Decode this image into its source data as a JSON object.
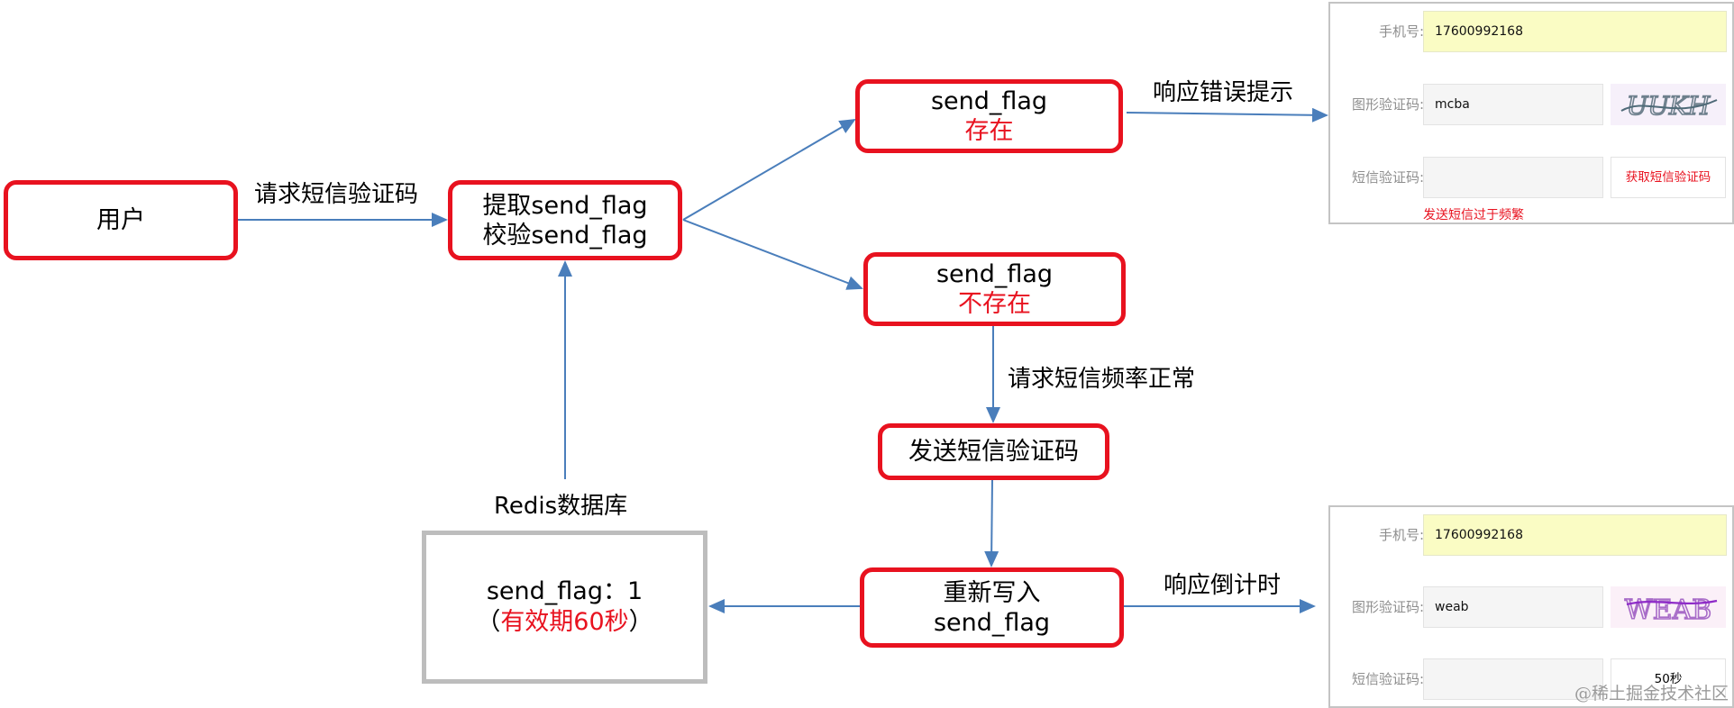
{
  "colors": {
    "node_border": "#e8121f",
    "arrow": "#4a7ebb",
    "redis_border": "#bdbdbd",
    "highlight_text": "#e8121f"
  },
  "nodes": {
    "user": {
      "text": "用户"
    },
    "check": {
      "line1": "提取send_flag",
      "line2": "校验send_flag"
    },
    "exists": {
      "line1": "send_flag",
      "line2": "存在"
    },
    "not_exists": {
      "line1": "send_flag",
      "line2": "不存在"
    },
    "send_sms": {
      "text": "发送短信验证码"
    },
    "rewrite": {
      "line1": "重新写入",
      "line2": "send_flag"
    },
    "redis": {
      "title": "Redis数据库",
      "line1": "send_flag：1",
      "paren_open": "（",
      "ttl": "有效期60秒",
      "paren_close": "）"
    }
  },
  "edges": {
    "request_sms": "请求短信验证码",
    "error_response": "响应错误提示",
    "frequency_ok": "请求短信频率正常",
    "countdown_response": "响应倒计时"
  },
  "form_error": {
    "phone_label": "手机号:",
    "phone_value": "17600992168",
    "captcha_label": "图形验证码:",
    "captcha_value": "mcba",
    "captcha_image_text": "UUKH",
    "sms_label": "短信验证码:",
    "sms_value": "",
    "sms_button": "获取短信验证码",
    "error_message": "发送短信过于频繁"
  },
  "form_countdown": {
    "phone_label": "手机号:",
    "phone_value": "17600992168",
    "captcha_label": "图形验证码:",
    "captcha_value": "weab",
    "captcha_image_text": "WEAB",
    "sms_label": "短信验证码:",
    "sms_value": "",
    "sms_button": "50秒"
  },
  "watermark": "@稀土掘金技术社区"
}
